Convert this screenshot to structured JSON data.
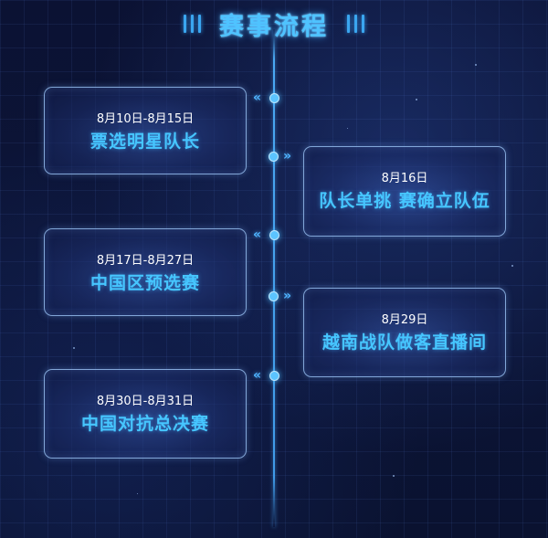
{
  "header": {
    "title": "赛事流程"
  },
  "timeline": {
    "events": [
      {
        "date": "8月10日-8月15日",
        "text": "票选明星队长",
        "side": "left"
      },
      {
        "date": "8月16日",
        "text": "队长单挑 赛确立队伍",
        "side": "right"
      },
      {
        "date": "8月17日-8月27日",
        "text": "中国区预选赛",
        "side": "left"
      },
      {
        "date": "8月29日",
        "text": "越南战队做客直播间",
        "side": "right"
      },
      {
        "date": "8月30日-8月31日",
        "text": "中国对抗总决赛",
        "side": "left"
      }
    ]
  },
  "colors": {
    "background": "#0b1233",
    "accent": "#46c6ff",
    "line": "#4aa8f2",
    "card_border": "#96bef0"
  },
  "icons": {
    "left_chevron": "double-chevron-left-icon",
    "right_chevron": "double-chevron-right-icon",
    "node": "timeline-node-icon"
  }
}
